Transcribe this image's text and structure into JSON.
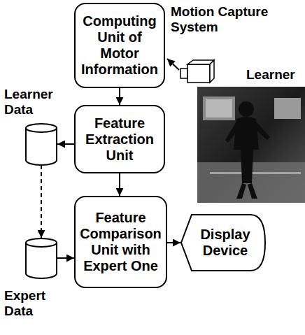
{
  "diagram": {
    "nodes": [
      {
        "text": [
          "Computing Unit of Motor Information"
        ]
      },
      {
        "text": [
          "Learner Data"
        ]
      },
      {
        "text": [
          "Feature Extraction Unit"
        ]
      },
      {
        "text": [
          "Expert Data"
        ]
      },
      {
        "text": [
          "Feature Comparison Unit with Expert One"
        ]
      },
      {
        "text": [
          "Display Device"
        ]
      }
    ],
    "edges": [
      {
        "from": 0,
        "to": 2,
        "arrow": "to"
      },
      {
        "from": 2,
        "to": 1,
        "arrow": "to"
      },
      {
        "from": 1,
        "to": 3,
        "arrow": "to"
      },
      {
        "from": 3,
        "to": 4,
        "arrow": "to"
      },
      {
        "from": 2,
        "to": 4,
        "arrow": "to"
      },
      {
        "from": 4,
        "to": 5,
        "arrow": "to"
      }
    ],
    "labels": [
      "Motion Capture System",
      "Learner"
    ]
  }
}
